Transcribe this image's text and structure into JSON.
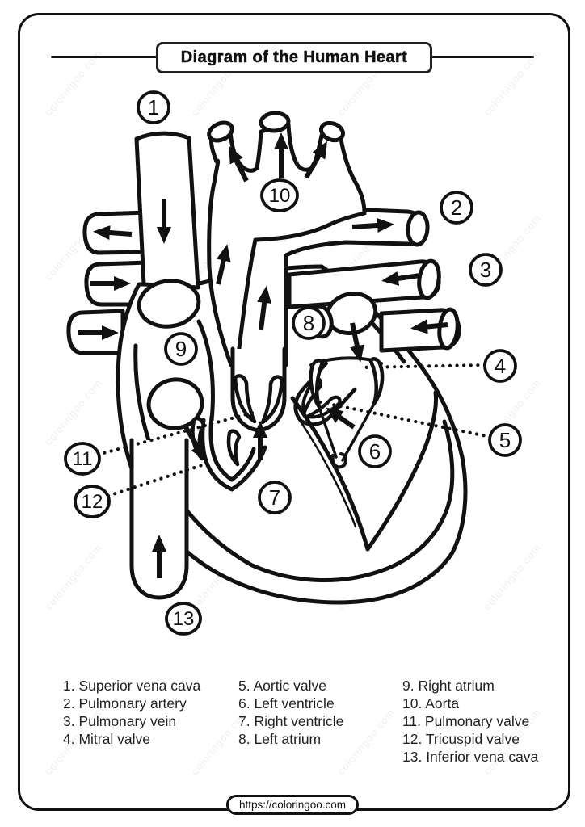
{
  "page": {
    "title": "Diagram of the Human Heart",
    "footer_url": "https://coloringoo.com",
    "watermark_text": "coloringoo.com"
  },
  "heart_labels": {
    "l1": "1",
    "l2": "2",
    "l3": "3",
    "l4": "4",
    "l5": "5",
    "l6": "6",
    "l7": "7",
    "l8": "8",
    "l9": "9",
    "l10": "10",
    "l11": "11",
    "l12": "12",
    "l13": "13"
  },
  "legend": {
    "col1": [
      "1. Superior vena cava",
      "2. Pulmonary artery",
      "3. Pulmonary vein",
      "4. Mitral valve"
    ],
    "col2": [
      "5. Aortic valve",
      "6. Left ventricle",
      "7. Right ventricle",
      "8. Left atrium"
    ],
    "col3": [
      "9. Right atrium",
      "10. Aorta",
      "11. Pulmonary valve",
      "12. Tricuspid valve",
      "13. Inferior vena cava"
    ]
  },
  "colors": {
    "ink": "#111111",
    "paper": "#ffffff"
  }
}
